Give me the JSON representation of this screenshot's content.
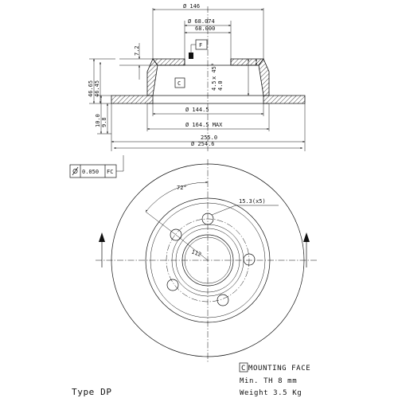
{
  "side_view": {
    "dims": {
      "d146": "Ø 146",
      "d68_074": "Ø 68.074",
      "d68_000": "68.000",
      "d144_5": "Ø 144.5",
      "d164_5": "Ø 164.5 MAX",
      "d255_0": "255.0",
      "d254_6": "Ø 254.6",
      "h46_65": "46.65",
      "h46_45": "46.45",
      "h7_2": "7.2",
      "h10_0": "10.0",
      "h9_8": "9.8",
      "h4_5": "4.5",
      "h45deg": "x 45°",
      "h4_0": "4.0"
    },
    "datum_f": "F",
    "datum_c": "C",
    "tolerance": "0.050",
    "tolerance_ref": "FC"
  },
  "front_view": {
    "angle": "72°",
    "holes": "15.3(x5)",
    "pcd": "112"
  },
  "legend": {
    "c_box": "C",
    "mounting_face": "MOUNTING FACE",
    "min_th": "Min. TH  8  mm",
    "weight": "Weight 3.5  Kg"
  },
  "type": "Type DP"
}
